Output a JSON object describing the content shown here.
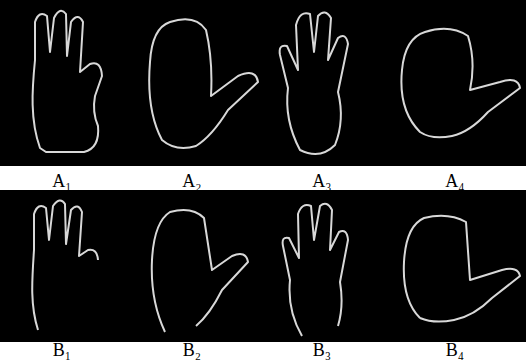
{
  "diagram": {
    "labels": [
      "A₁",
      "A₂",
      "A₃",
      "A₄",
      "B₁",
      "B₂",
      "B₃",
      "B₄"
    ]
  }
}
